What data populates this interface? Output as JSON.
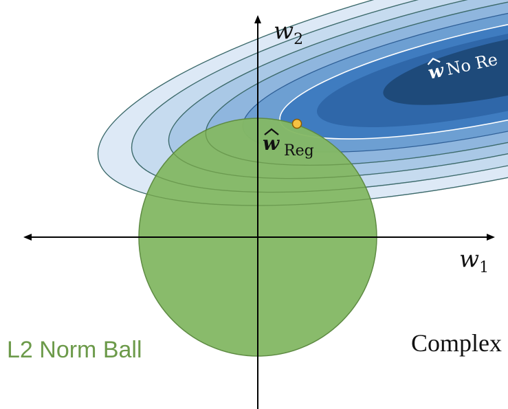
{
  "axes": {
    "x_label_var": "w",
    "x_label_sub": "1",
    "y_label_var": "w",
    "y_label_sub": "2"
  },
  "points": {
    "reg_var": "w",
    "reg_sub": "Reg",
    "noreg_var": "w",
    "noreg_sub": "No Re"
  },
  "labels": {
    "ball": "L2 Norm Ball",
    "complex": "Complex"
  },
  "colors": {
    "ball_fill": "#84b865",
    "ball_stroke": "#5e8b43",
    "ball_label": "#6c9a4a",
    "contour_1": "#dde9f6",
    "contour_2": "#c6dbef",
    "contour_3": "#a9c8e6",
    "contour_4": "#8fb6de",
    "contour_5": "#6d9fd2",
    "contour_6": "#3f7cc0",
    "contour_7": "#2f67a9",
    "contour_center": "#1e4a7a",
    "contour_line": "#2f5f96",
    "reg_point": "#f5c242",
    "axis": "#000000"
  }
}
